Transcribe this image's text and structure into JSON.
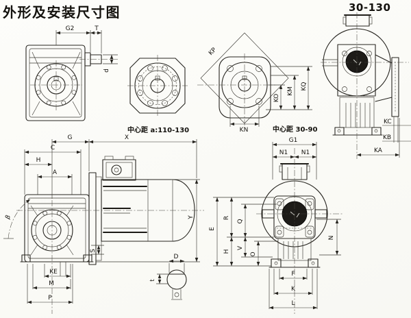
{
  "drawing": {
    "title": "外形及安装尺寸图",
    "model_range": "30-130"
  },
  "captions": {
    "large_flange": "中心距 a:110-130",
    "small_flange": "中心距 30-90"
  },
  "dim_labels": {
    "front_view": {
      "g2": "G2",
      "t": "T",
      "d": "d"
    },
    "small_flange_view": {
      "kp": "KP",
      "ko": "KO",
      "km": "KM",
      "kq": "KQ",
      "kn": "KN"
    },
    "side_view": {
      "kc": "KC",
      "kb": "KB",
      "ka": "KA"
    },
    "assembly_view": {
      "g": "G",
      "x": "X",
      "c": "C",
      "h": "H",
      "a": "A",
      "beta": "β",
      "s": "S",
      "y": "Y",
      "ke": "KE",
      "m": "M",
      "p": "P",
      "shaft_d": "D",
      "key_t": "t"
    },
    "output_view": {
      "g1": "G1",
      "n1_left": "N1",
      "n1_right": "N1",
      "e": "E",
      "r": "R",
      "h": "H",
      "q": "Q",
      "v": "V",
      "o": "O",
      "n": "N",
      "f": "F",
      "k": "K",
      "l": "L"
    }
  }
}
